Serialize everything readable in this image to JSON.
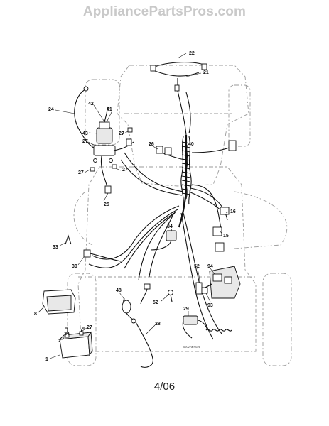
{
  "watermark": "AppliancePartsPros.com",
  "page_label": "4/06",
  "drawing_code": "02027a P026",
  "callouts": {
    "c1": "1",
    "c2": "2",
    "c8": "8",
    "c14": "14",
    "c15": "15",
    "c16": "16",
    "c21": "21",
    "c22": "22",
    "c24": "24",
    "c25": "25",
    "c26": "26",
    "c27a": "27",
    "c27b": "27",
    "c27c": "27",
    "c27d": "27",
    "c27e": "27",
    "c28": "28",
    "c29": "29",
    "c30": "30",
    "c33": "33",
    "c34": "34",
    "c40": "40",
    "c41": "41",
    "c42": "42",
    "c43": "43",
    "c48": "48",
    "c52a": "52",
    "c52b": "52",
    "c93": "93",
    "c94": "94"
  }
}
